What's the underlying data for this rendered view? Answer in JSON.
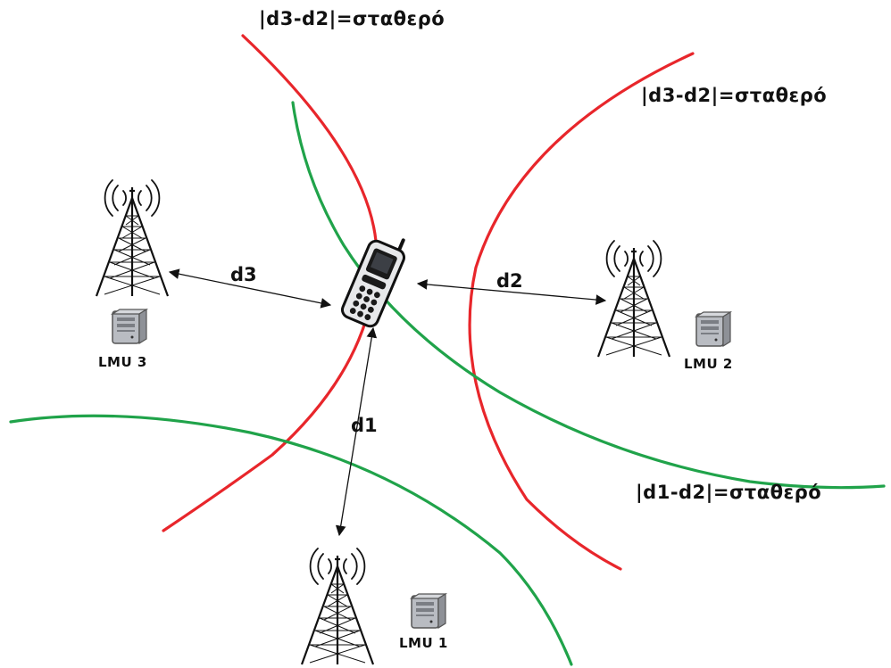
{
  "hyperbolas": {
    "label_top": "|d3-d2|=σταθερό",
    "label_right": "|d3-d2|=σταθερό",
    "label_bottom": "|d1-d2|=σταθερό",
    "red_color": "#e8262b",
    "green_color": "#20a34a"
  },
  "distances": {
    "d1": "d1",
    "d2": "d2",
    "d3": "d3"
  },
  "stations": {
    "lmu1": "LMU 1",
    "lmu2": "LMU 2",
    "lmu3": "LMU 3"
  }
}
